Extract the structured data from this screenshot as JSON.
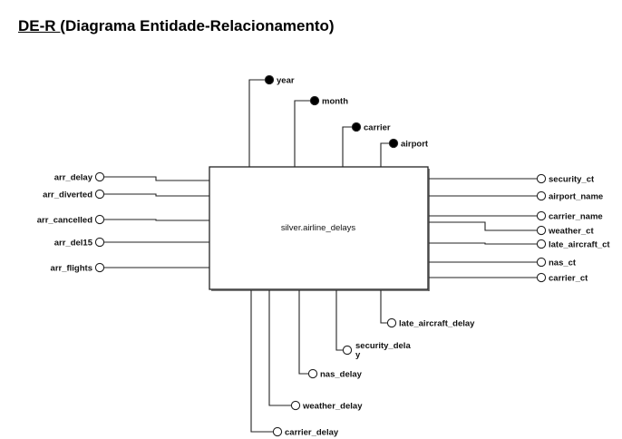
{
  "title": {
    "prefix": "DE-R (",
    "rest": "Diagrama Entidade-Relacionamento)"
  },
  "entity": {
    "name": "silver.airline_delays"
  },
  "attributes": {
    "top": [
      {
        "name": "year",
        "key": true
      },
      {
        "name": "month",
        "key": true
      },
      {
        "name": "carrier",
        "key": true
      },
      {
        "name": "airport",
        "key": true
      }
    ],
    "left": [
      {
        "name": "arr_delay",
        "key": false
      },
      {
        "name": "arr_diverted",
        "key": false
      },
      {
        "name": "arr_cancelled",
        "key": false
      },
      {
        "name": "arr_del15",
        "key": false
      },
      {
        "name": "arr_flights",
        "key": false
      }
    ],
    "right": [
      {
        "name": "security_ct",
        "key": false
      },
      {
        "name": "airport_name",
        "key": false
      },
      {
        "name": "carrier_name",
        "key": false
      },
      {
        "name": "weather_ct",
        "key": false
      },
      {
        "name": "late_aircraft_ct",
        "key": false
      },
      {
        "name": "nas_ct",
        "key": false
      },
      {
        "name": "carrier_ct",
        "key": false
      }
    ],
    "bottom": [
      {
        "name": "late_aircraft_delay",
        "key": false
      },
      {
        "name": "security_dela",
        "extra": "y",
        "key": false
      },
      {
        "name": "nas_delay",
        "key": false
      },
      {
        "name": "weather_delay",
        "key": false
      },
      {
        "name": "carrier_delay",
        "key": false
      }
    ]
  }
}
